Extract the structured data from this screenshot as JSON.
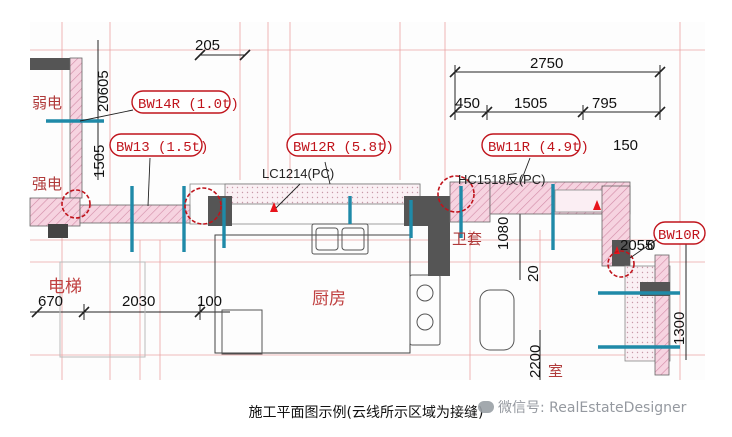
{
  "dimensions": {
    "top_205": "205",
    "left_20605": "20605",
    "left_1505": "1505",
    "top_2750": "2750",
    "top_450": "450",
    "top_1505": "1505",
    "top_795": "795",
    "right_150": "150",
    "mid_1080": "1080",
    "mid_20": "20",
    "right_2055": "2055",
    "right_0": "0",
    "right_1300": "1300",
    "bottom_670": "670",
    "bottom_2030": "2030",
    "bottom_100": "100",
    "bottom_2200": "2200"
  },
  "clouds": [
    {
      "label": "BW14R (1.0t)"
    },
    {
      "label": "BW13 (1.5t)"
    },
    {
      "label": "BW12R (5.8t)"
    },
    {
      "label": "BW11R (4.9t)"
    },
    {
      "label": "BW10R"
    }
  ],
  "windows": {
    "kitchen_window": "LC1214(PC)",
    "right_window": "HC1518反(PC)"
  },
  "rooms": {
    "weak_power": "弱电",
    "strong_power": "强电",
    "elevator": "电梯",
    "kitchen": "厨房",
    "bathroom_partial": "卫套",
    "bottom_right_partial": "室"
  },
  "caption": "施工平面图示例(云线所示区域为接缝)",
  "watermark": "微信号: RealEstateDesigner",
  "colors": {
    "wall_fill": "#f2c7d6",
    "wall_dark": "#555555",
    "joint_line": "#1f8aa8",
    "cloud": "#c0141c",
    "grid_line": "#e79a9a",
    "dimension_line": "#222222"
  }
}
